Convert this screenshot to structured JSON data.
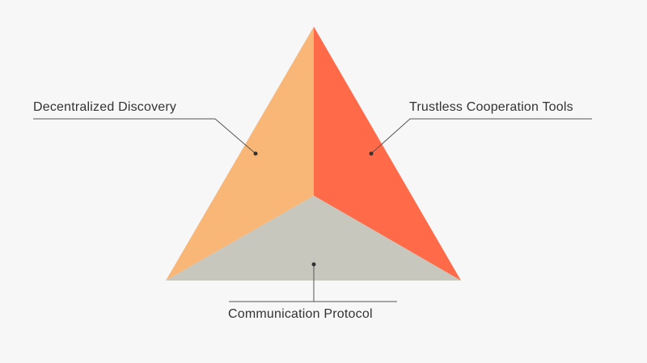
{
  "diagram": {
    "segments": [
      {
        "id": "left",
        "label": "Decentralized Discovery",
        "color": "#f8b677"
      },
      {
        "id": "right",
        "label": "Trustless Cooperation Tools",
        "color": "#ff6a48"
      },
      {
        "id": "bottom",
        "label": "Communication Protocol",
        "color": "#c8c7be"
      }
    ],
    "leader_color": "#555555"
  }
}
